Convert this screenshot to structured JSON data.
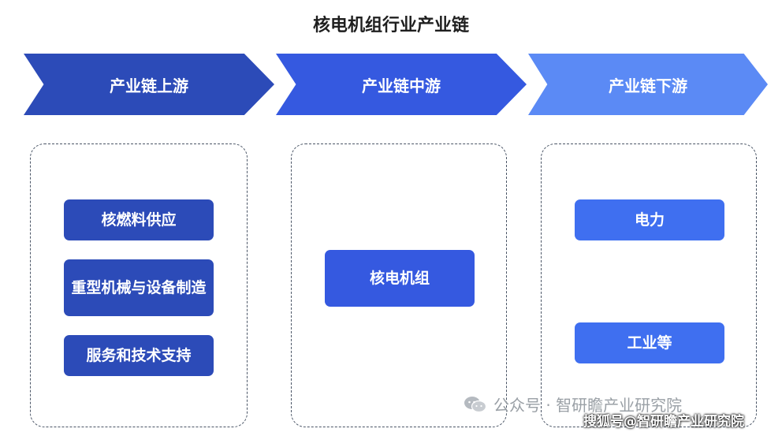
{
  "title": "核电机组行业产业链",
  "stages": [
    {
      "label": "产业链上游",
      "color": "#2c4bb8"
    },
    {
      "label": "产业链中游",
      "color": "#3559e0"
    },
    {
      "label": "产业链下游",
      "color": "#5b8af5"
    }
  ],
  "upstream": [
    "核燃料供应",
    "重型机械与设备制造",
    "服务和技术支持"
  ],
  "midstream": [
    "核电机组"
  ],
  "downstream": [
    "电力",
    "工业等"
  ],
  "watermark": {
    "text": "公众号 · 智研瞻产业研究院",
    "icon": "wechat-icon"
  },
  "caption": "搜狐号@智研瞻产业研究院"
}
